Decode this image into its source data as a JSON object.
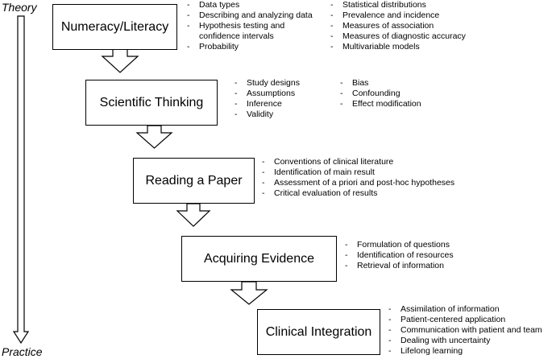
{
  "axis": {
    "top_label": "Theory",
    "bottom_label": "Practice"
  },
  "dash_glyph": "-",
  "stages": [
    {
      "title": "Numeracy/Literacy",
      "columns": [
        [
          "Data types",
          "Describing and analyzing data",
          "Hypothesis testing and\nconfidence intervals",
          "Probability"
        ],
        [
          "Statistical distributions",
          "Prevalence and incidence",
          "Measures of association",
          "Measures of diagnostic accuracy",
          "Multivariable models"
        ]
      ]
    },
    {
      "title": "Scientific Thinking",
      "columns": [
        [
          "Study designs",
          "Assumptions",
          "Inference",
          "Validity"
        ],
        [
          "Bias",
          "Confounding",
          "Effect modification"
        ]
      ]
    },
    {
      "title": "Reading a Paper",
      "columns": [
        [
          "Conventions of clinical literature",
          "Identification of main result",
          "Assessment of a priori and post-hoc hypotheses",
          "Critical evaluation of results"
        ]
      ]
    },
    {
      "title": "Acquiring Evidence",
      "columns": [
        [
          "Formulation of questions",
          "Identification of resources",
          "Retrieval of information"
        ]
      ]
    },
    {
      "title": "Clinical Integration",
      "columns": [
        [
          "Assimilation of information",
          "Patient-centered application",
          "Communication with patient and team",
          "Dealing with uncertainty",
          "Lifelong learning"
        ]
      ]
    }
  ]
}
